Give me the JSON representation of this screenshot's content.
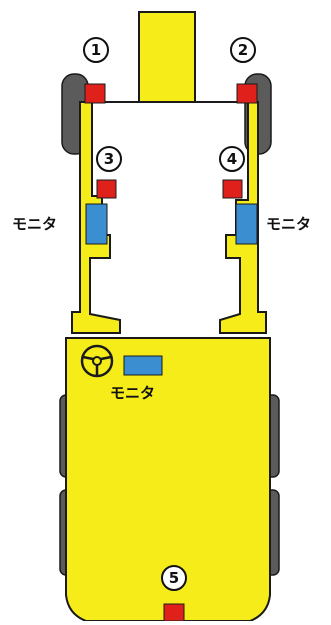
{
  "diagram": {
    "cameras": [
      {
        "id": "cam-1",
        "number": "1"
      },
      {
        "id": "cam-2",
        "number": "2"
      },
      {
        "id": "cam-3",
        "number": "3"
      },
      {
        "id": "cam-4",
        "number": "4"
      },
      {
        "id": "cam-5",
        "number": "5"
      }
    ],
    "monitor_labels": {
      "left": "モニタ",
      "right": "モニタ",
      "cab": "モニタ"
    },
    "colors": {
      "body": "#F6EC1A",
      "outline": "#1a1a1a",
      "camera": "#E0211B",
      "monitor": "#3B8FD0",
      "tire": "#5b5b5b"
    }
  }
}
